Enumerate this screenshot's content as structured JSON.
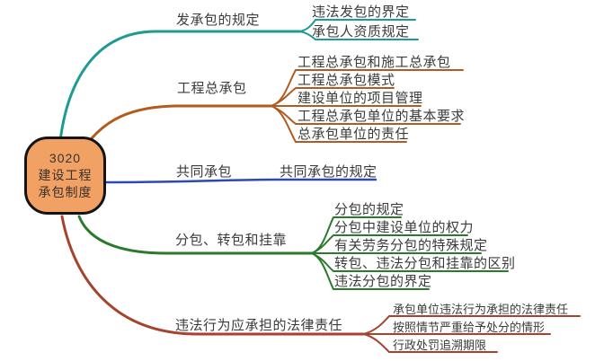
{
  "canvas": {
    "background": "#ffffff"
  },
  "chart_data": {
    "type": "mindmap",
    "root": "3020 建设工程 承包制度",
    "branches": [
      {
        "label": "发承包的规定",
        "children": [
          "违法发包的界定",
          "承包人资质规定"
        ]
      },
      {
        "label": "工程总承包",
        "children": [
          "工程总承包和施工总承包",
          "工程总承包模式",
          "建设单位的项目管理",
          "工程总承包单位的基本要求",
          "总承包单位的责任"
        ]
      },
      {
        "label": "共同承包",
        "children": [
          "共同承包的规定"
        ]
      },
      {
        "label": "分包、转包和挂靠",
        "children": [
          "分包的规定",
          "分包中建设单位的权力",
          "有关劳务分包的特殊规定",
          "转包、违法分包和挂靠的区别",
          "违法分包的界定"
        ]
      },
      {
        "label": "违法行为应承担的法律责任",
        "children": [
          "承包单位违法行为承担的法律责任",
          "按照情节严重给予处分的情形",
          "行政处罚追溯期限"
        ]
      }
    ]
  },
  "root": {
    "title_lines": [
      "3020",
      "建设工程",
      "承包制度"
    ],
    "fill": "#f1a164",
    "border_color": "#141414"
  },
  "branches": [
    {
      "label": "发承包的规定",
      "color": "#1d9b93",
      "children": [
        "违法发包的界定",
        "承包人资质规定"
      ]
    },
    {
      "label": "工程总承包",
      "color": "#b15b1e",
      "children": [
        "工程总承包和施工总承包",
        "工程总承包模式",
        "建设单位的项目管理",
        "工程总承包单位的基本要求",
        "总承包单位的责任"
      ]
    },
    {
      "label": "共同承包",
      "color": "#2b4ab4",
      "children": [
        "共同承包的规定"
      ]
    },
    {
      "label": "分包、转包和挂靠",
      "color": "#2b7a2b",
      "children": [
        "分包的规定",
        "分包中建设单位的权力",
        "有关劳务分包的特殊规定",
        "转包、违法分包和挂靠的区别",
        "违法分包的界定"
      ]
    },
    {
      "label": "违法行为应承担的法律责任",
      "color": "#a6422e",
      "children": [
        "承包单位违法行为承担的法律责任",
        "按照情节严重给予处分的情形",
        "行政处罚追溯期限"
      ]
    }
  ]
}
